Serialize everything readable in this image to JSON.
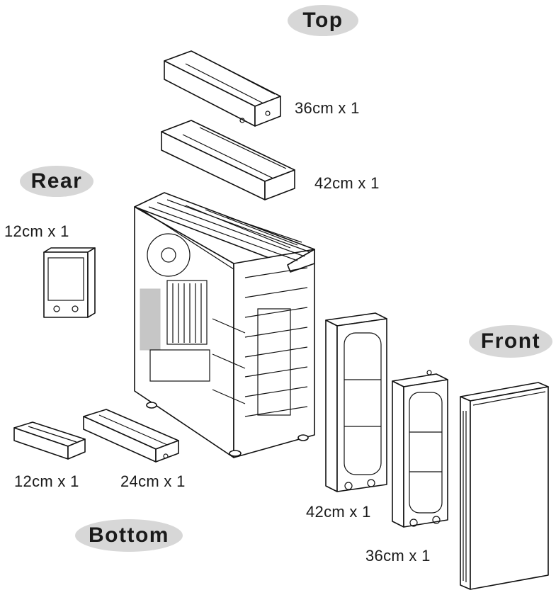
{
  "sections": {
    "top": "Top",
    "rear": "Rear",
    "bottom": "Bottom",
    "front": "Front"
  },
  "labels": {
    "top_36": "36cm x 1",
    "top_42": "42cm x 1",
    "rear_12": "12cm x 1",
    "bottom_12": "12cm x 1",
    "bottom_24": "24cm x 1",
    "front_42": "42cm x 1",
    "front_36": "36cm x 1"
  },
  "colors": {
    "pill_background": "#d7d7d7",
    "line": "#111111"
  }
}
